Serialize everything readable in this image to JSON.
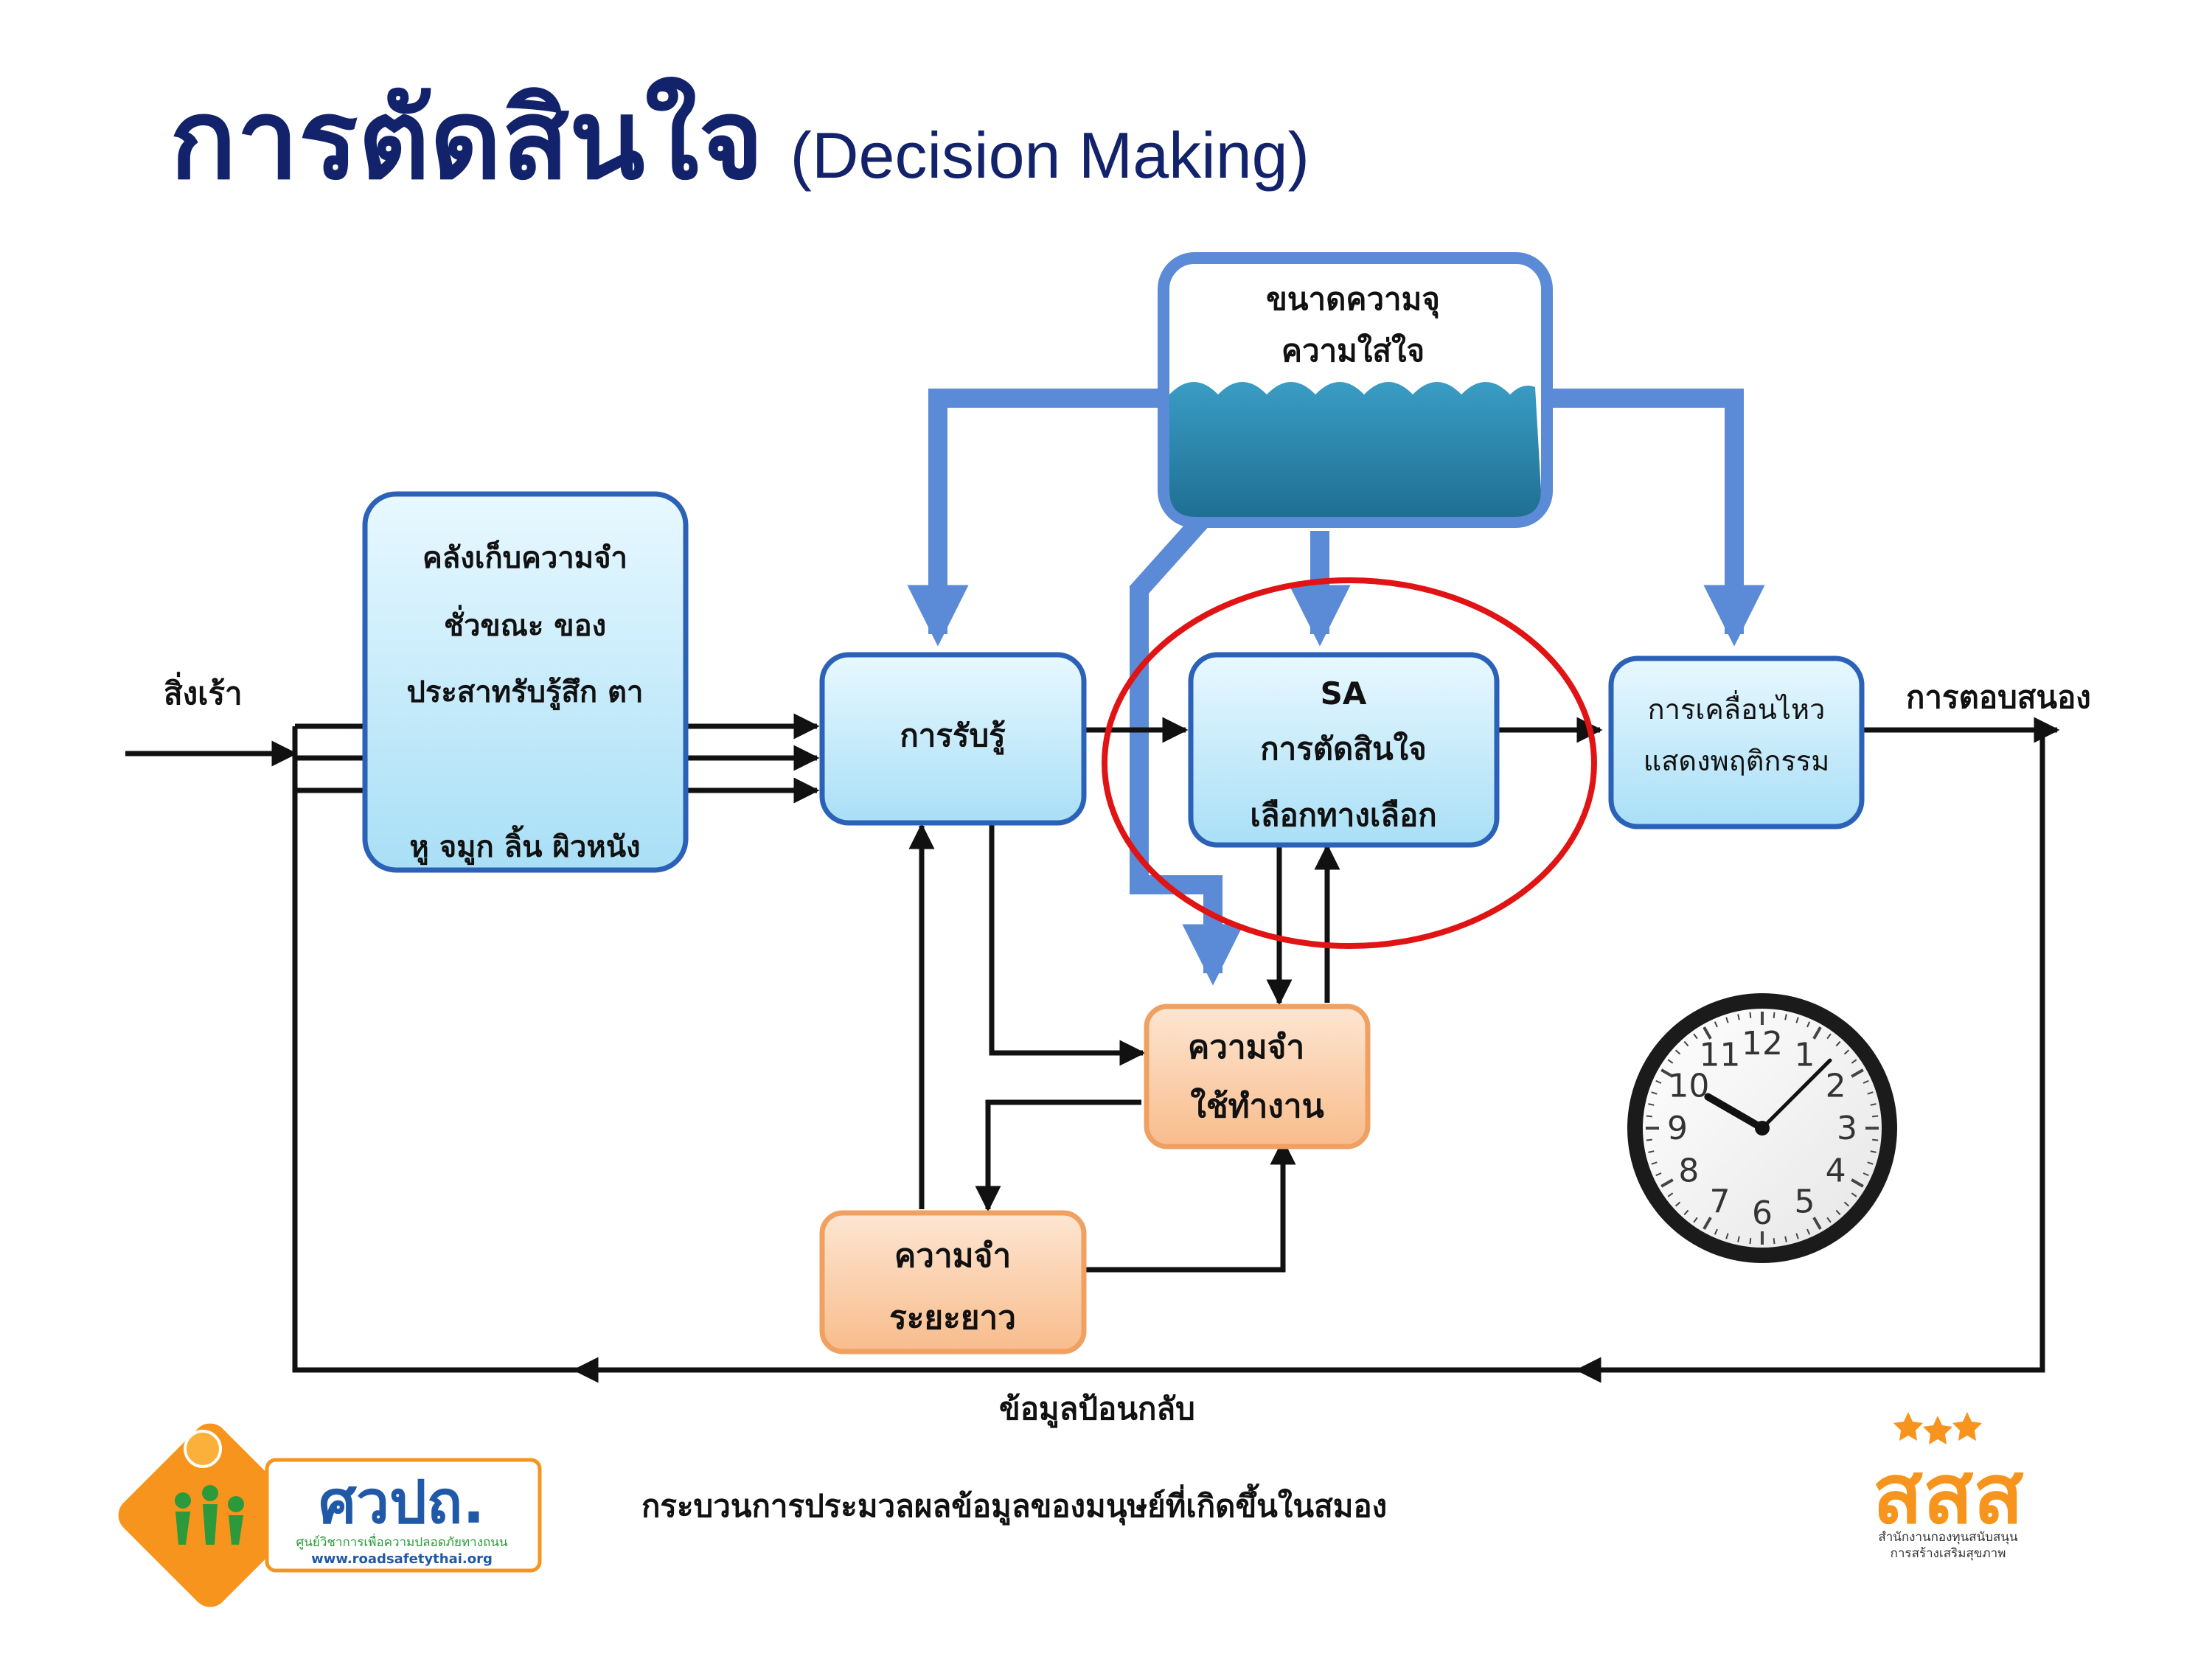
{
  "title": {
    "thai": "การตัดสินใจ",
    "english": "(Decision Making)"
  },
  "diagram": {
    "stimulus_label": "สิ่งเร้า",
    "response_label": "การตอบสนอง",
    "feedback_label": "ข้อมูลป้อนกลับ",
    "sensory_store": {
      "line1": "คลังเก็บความจำ",
      "line2": "ชั่วขณะ ของ",
      "line3": "ประสาทรับรู้สึก ตา",
      "line4": "หู จมูก ลิ้น ผิวหนัง"
    },
    "attention_resources": {
      "line1": "ขนาดความจุ",
      "line2": "ความใส่ใจ"
    },
    "perception": {
      "label": "การรับรู้"
    },
    "decision": {
      "line1": "SA",
      "line2": "การตัดสินใจ",
      "line3": "เลือกทางเลือก"
    },
    "response_execution": {
      "line1": "การเคลื่อนไหว",
      "line2": "แสดงพฤติกรรม"
    },
    "working_memory": {
      "line1": "ความจำ",
      "line2": "ใช้ทำงาน"
    },
    "long_term_memory": {
      "line1": "ความจำ",
      "line2": "ระยะยาว"
    }
  },
  "clock": {
    "numbers": [
      "12",
      "1",
      "2",
      "3",
      "4",
      "5",
      "6",
      "7",
      "8",
      "9",
      "10",
      "11"
    ],
    "hour_hand_angle_deg": 300,
    "minute_hand_angle_deg": 45
  },
  "caption": "กระบวนการประมวลผลข้อมูลของมนุษย์ที่เกิดขึ้นในสมอง",
  "logos": {
    "left": {
      "name": "ศวปถ.",
      "subtitle": "ศูนย์วิชาการเพื่อความปลอดภัยทางถนน",
      "url": "www.roadsafetythai.org"
    },
    "right": {
      "name": "สสส",
      "line1": "สำนักงานกองทุนสนับสนุน",
      "line2": "การสร้างเสริมสุขภาพ"
    }
  },
  "colors": {
    "title": "#13236b",
    "blue_box_border": "#2b62b7",
    "blue_box_fill": "#c9ecfb",
    "orange_box_border": "#f0a060",
    "orange_box_fill": "#fbd4b2",
    "blue_arrow": "#5b8ad6",
    "highlight_circle": "#e01414",
    "water": "#2a7fa7"
  }
}
